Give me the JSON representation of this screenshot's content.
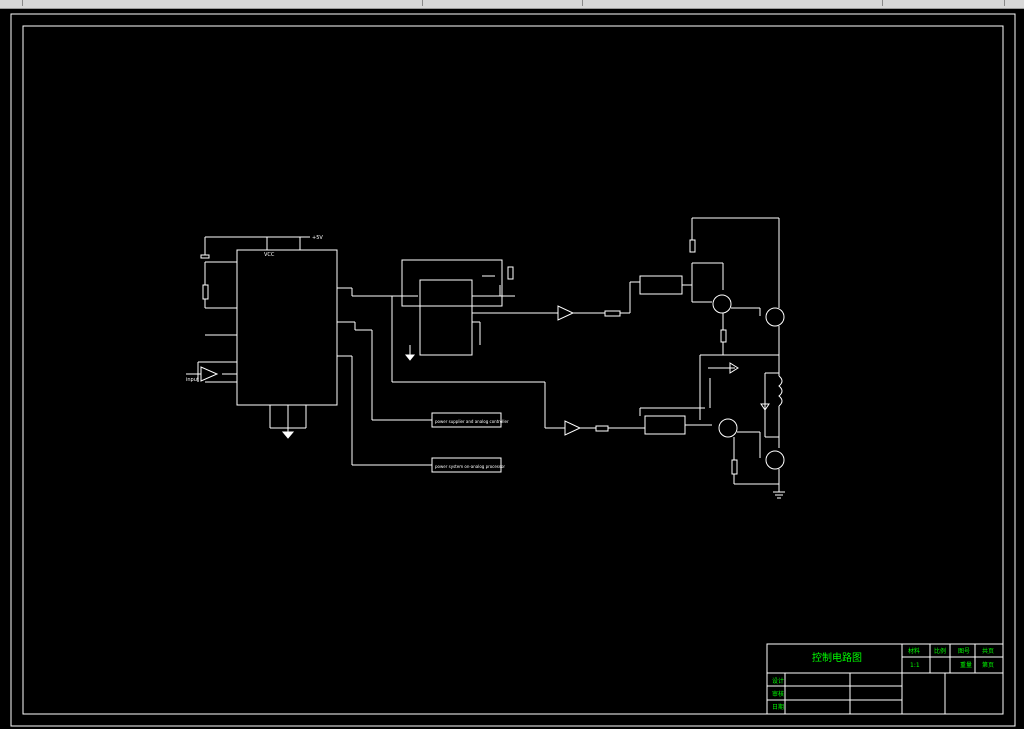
{
  "colors": {
    "background": "#000000",
    "line": "#ffffff",
    "title_text": "#00ff00",
    "component_text": "#ffffff"
  },
  "toolbar": {
    "icons": [
      "toolbar-strip"
    ]
  },
  "schematic": {
    "power_label": "+5V",
    "ic_main_label": "VCC",
    "output_box_1": "power supplier and analog controller",
    "output_box_2": "power system on-analog processor",
    "input_label": "input"
  },
  "title_block": {
    "drawing_title": "控制电路图",
    "cells": [
      "材料",
      "比例",
      "图号",
      "共页",
      "设计",
      "审核",
      "日期",
      "1:1",
      "重量",
      "第页"
    ]
  }
}
